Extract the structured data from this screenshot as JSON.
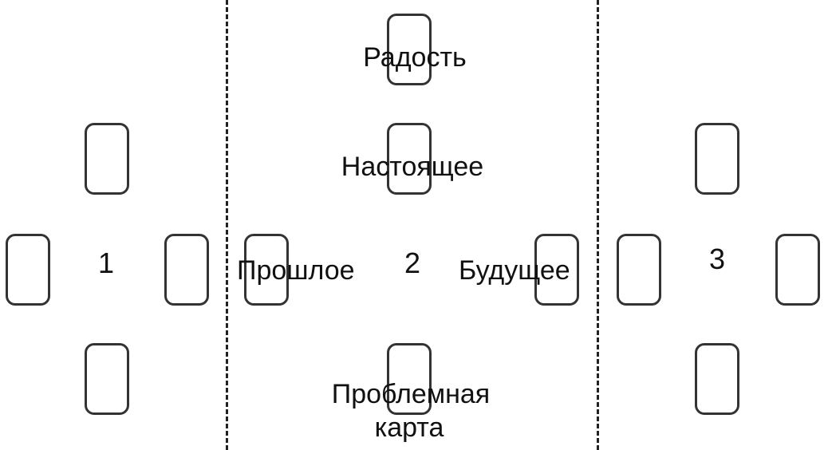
{
  "sections": [
    {
      "number": "1"
    },
    {
      "number": "2"
    },
    {
      "number": "3"
    }
  ],
  "positions": {
    "top": "Радость",
    "upper": "Настоящее",
    "left": "Прошлое",
    "right": "Будущее",
    "bottom_line1": "Проблемная",
    "bottom_line2": "карта"
  },
  "colors": {
    "line": "#222222",
    "card_border": "#333333",
    "text": "#111111",
    "background": "#ffffff"
  }
}
